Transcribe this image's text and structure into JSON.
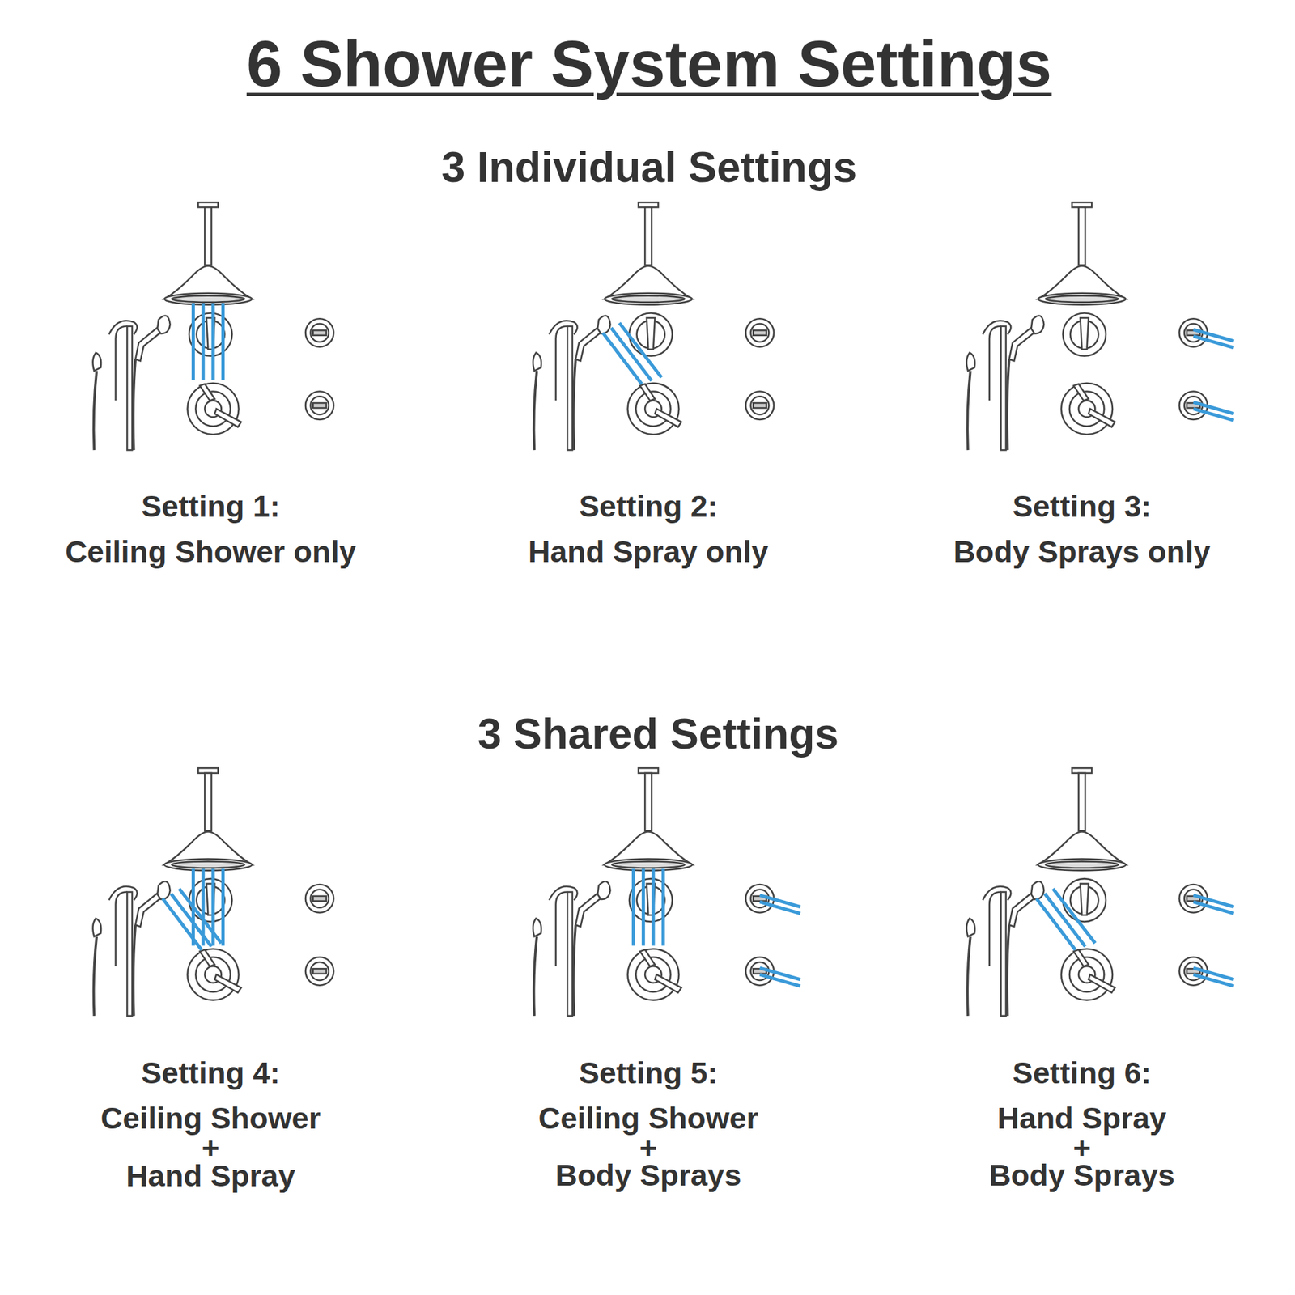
{
  "diagram": {
    "title": "6 Shower System Settings",
    "labels": [
      "3 Individual Settings",
      "Setting 1:",
      "Ceiling Shower only",
      "Setting 2:",
      "Hand Spray only",
      "Setting 3:",
      "Body Sprays only",
      "3 Shared Settings",
      "Setting 4:",
      "Ceiling Shower",
      "+",
      "Hand Spray",
      "Setting 5:",
      "Ceiling Shower",
      "+",
      "Body Sprays",
      "Setting 6:",
      "Hand Spray",
      "+",
      "Body Sprays"
    ]
  }
}
